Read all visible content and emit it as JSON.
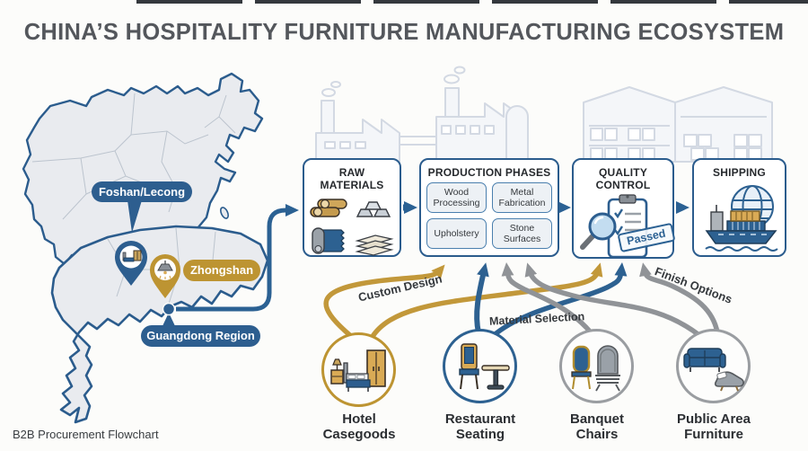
{
  "title": "CHINA’S HOSPITALITY FURNITURE MANUFACTURING ECOSYSTEM",
  "footer_caption": "B2B Procurement Flowchart",
  "map": {
    "region_labels": [
      {
        "id": "foshan",
        "label": "Foshan/Lecong",
        "color": "#2d5e8f"
      },
      {
        "id": "zhongshan",
        "label": "Zhongshan",
        "color": "#bd9432"
      },
      {
        "id": "guangdong",
        "label": "Guangdong Region",
        "color": "#2d5e8f"
      }
    ]
  },
  "flow_steps": {
    "raw_materials": {
      "title": "RAW MATERIALS"
    },
    "production_phases": {
      "title": "PRODUCTION PHASES",
      "phases": [
        "Wood Processing",
        "Metal Fabrication",
        "Upholstery",
        "Stone Surfaces"
      ]
    },
    "quality_control": {
      "title": "QUALITY CONTROL",
      "stamp_label": "Passed"
    },
    "shipping": {
      "title": "SHIPPING"
    }
  },
  "process_inputs": {
    "custom_design_label": "Custom Design",
    "material_selection_label": "Material Selection",
    "finish_options_label": "Finish Options"
  },
  "product_categories": [
    {
      "lines": [
        "Hotel",
        "Casegoods"
      ],
      "accent": "#bd9432"
    },
    {
      "lines": [
        "Restaurant",
        "Seating"
      ],
      "accent": "#2d6191"
    },
    {
      "lines": [
        "Banquet",
        "Chairs"
      ],
      "accent": "#909397"
    },
    {
      "lines": [
        "Public Area",
        "Furniture"
      ],
      "accent": "#909397"
    }
  ],
  "icons": {
    "foshan_pin": "furniture-pin",
    "zhongshan_pin": "pendant-lamp-pin",
    "raw_materials": [
      "logs",
      "metal-ingots",
      "fabric-roll",
      "wood-panels"
    ],
    "quality_control": "clipboard-magnifier",
    "shipping": [
      "globe",
      "cargo-ship"
    ],
    "categories": [
      "bedroom-set",
      "chair-and-table",
      "stacked-chairs",
      "sofa-and-chaise"
    ]
  },
  "colors": {
    "navy": "#2d5e8f",
    "flow_blue": "#2b6193",
    "gold": "#c2983a",
    "gray_arrow": "#909397",
    "title_gray": "#54575c",
    "map_fill": "#e9ebef"
  }
}
